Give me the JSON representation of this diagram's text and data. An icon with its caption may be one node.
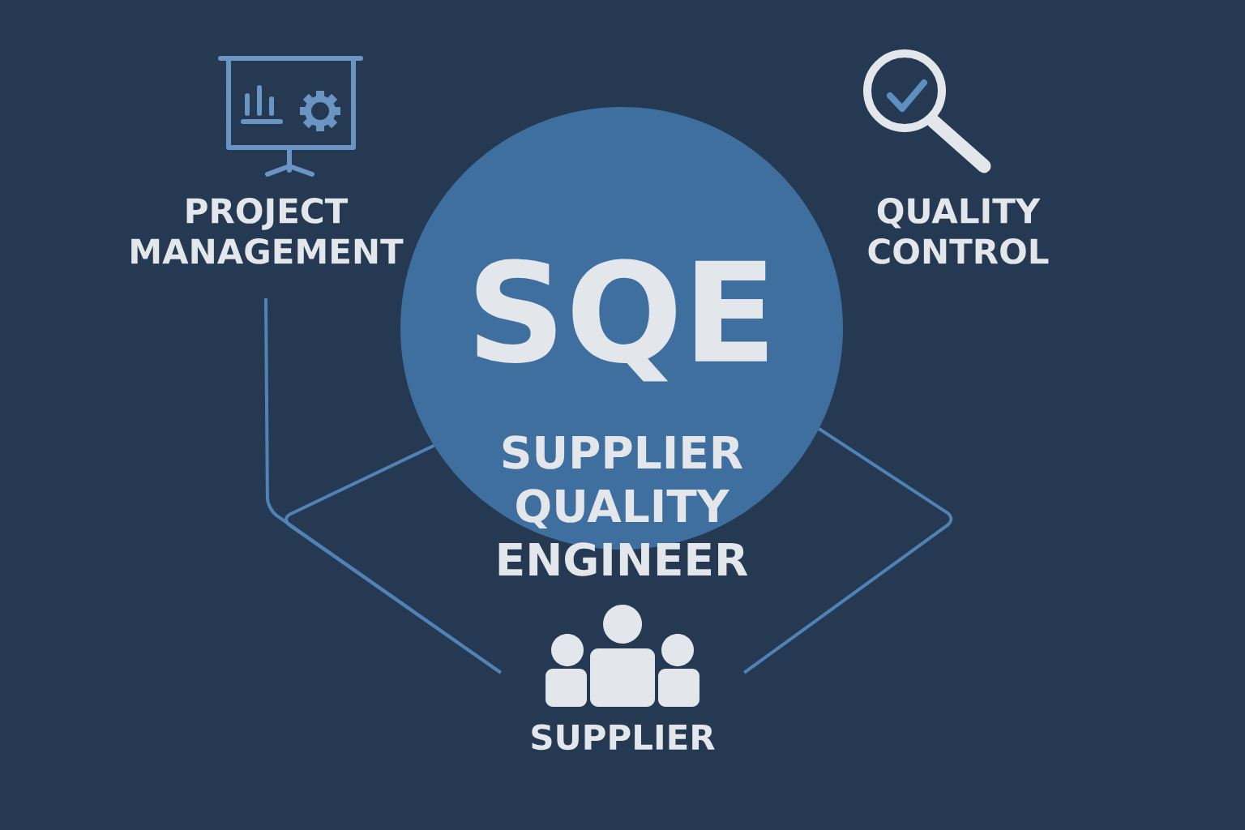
{
  "diagram": {
    "nodes": [
      {
        "text": [
          "PROJECT MANAGEMENT"
        ]
      },
      {
        "text": [
          "QUALITY CONTROL"
        ]
      },
      {
        "text": [
          "SQE",
          "SUPPLIER QUALITY ENGINEER"
        ]
      },
      {
        "text": [
          "SUPPLIER"
        ]
      }
    ],
    "edges": [
      {
        "from": 0,
        "to": 3,
        "arrow": "none"
      },
      {
        "from": 2,
        "to": 3,
        "arrow": "none"
      },
      {
        "from": 2,
        "to": 3,
        "arrow": "none"
      }
    ]
  }
}
